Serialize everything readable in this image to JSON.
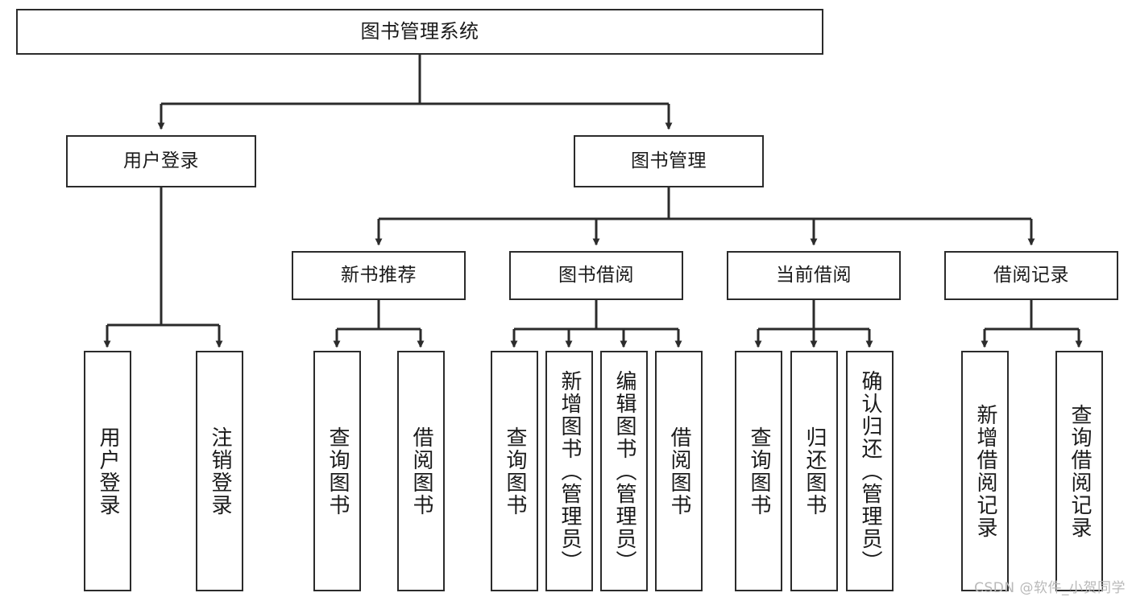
{
  "diagram": {
    "type": "tree-hierarchy-chart",
    "title": "图书管理系统",
    "stroke_color": "#2b2b2b",
    "fill_color": "#ffffff",
    "text_color": "#1a1a1a"
  },
  "nodes": {
    "root": {
      "label": "图书管理系统",
      "level": 1
    },
    "l2": [
      {
        "id": "user-login",
        "label": "用户登录",
        "level": 2
      },
      {
        "id": "book-manage",
        "label": "图书管理",
        "level": 2
      }
    ],
    "l3": [
      {
        "id": "new-book-recommend",
        "label": "新书推荐",
        "level": 3,
        "parent": "book-manage"
      },
      {
        "id": "book-borrow",
        "label": "图书借阅",
        "level": 3,
        "parent": "book-manage"
      },
      {
        "id": "current-borrow",
        "label": "当前借阅",
        "level": 3,
        "parent": "book-manage"
      },
      {
        "id": "borrow-record",
        "label": "借阅记录",
        "level": 3,
        "parent": "book-manage"
      }
    ],
    "leaves": [
      {
        "id": "leaf-user-login",
        "label": "用户登录",
        "parent": "user-login"
      },
      {
        "id": "leaf-user-logout",
        "label": "注销登录",
        "parent": "user-login"
      },
      {
        "id": "leaf-query-book-1",
        "label": "查询图书",
        "parent": "new-book-recommend"
      },
      {
        "id": "leaf-borrow-book-1",
        "label": "借阅图书",
        "parent": "new-book-recommend"
      },
      {
        "id": "leaf-query-book-2",
        "label": "查询图书",
        "parent": "book-borrow"
      },
      {
        "id": "leaf-add-book",
        "label": "新增图书（管理员）",
        "parent": "book-borrow"
      },
      {
        "id": "leaf-edit-book",
        "label": "编辑图书（管理员）",
        "parent": "book-borrow"
      },
      {
        "id": "leaf-borrow-book-2",
        "label": "借阅图书",
        "parent": "book-borrow"
      },
      {
        "id": "leaf-query-book-3",
        "label": "查询图书",
        "parent": "current-borrow"
      },
      {
        "id": "leaf-return-book",
        "label": "归还图书",
        "parent": "current-borrow"
      },
      {
        "id": "leaf-confirm-return",
        "label": "确认归还（管理员）",
        "parent": "current-borrow"
      },
      {
        "id": "leaf-add-record",
        "label": "新增借阅记录",
        "parent": "borrow-record"
      },
      {
        "id": "leaf-query-record",
        "label": "查询借阅记录",
        "parent": "borrow-record"
      }
    ]
  },
  "watermark": {
    "text": "CSDN @软件_小贺同学"
  }
}
